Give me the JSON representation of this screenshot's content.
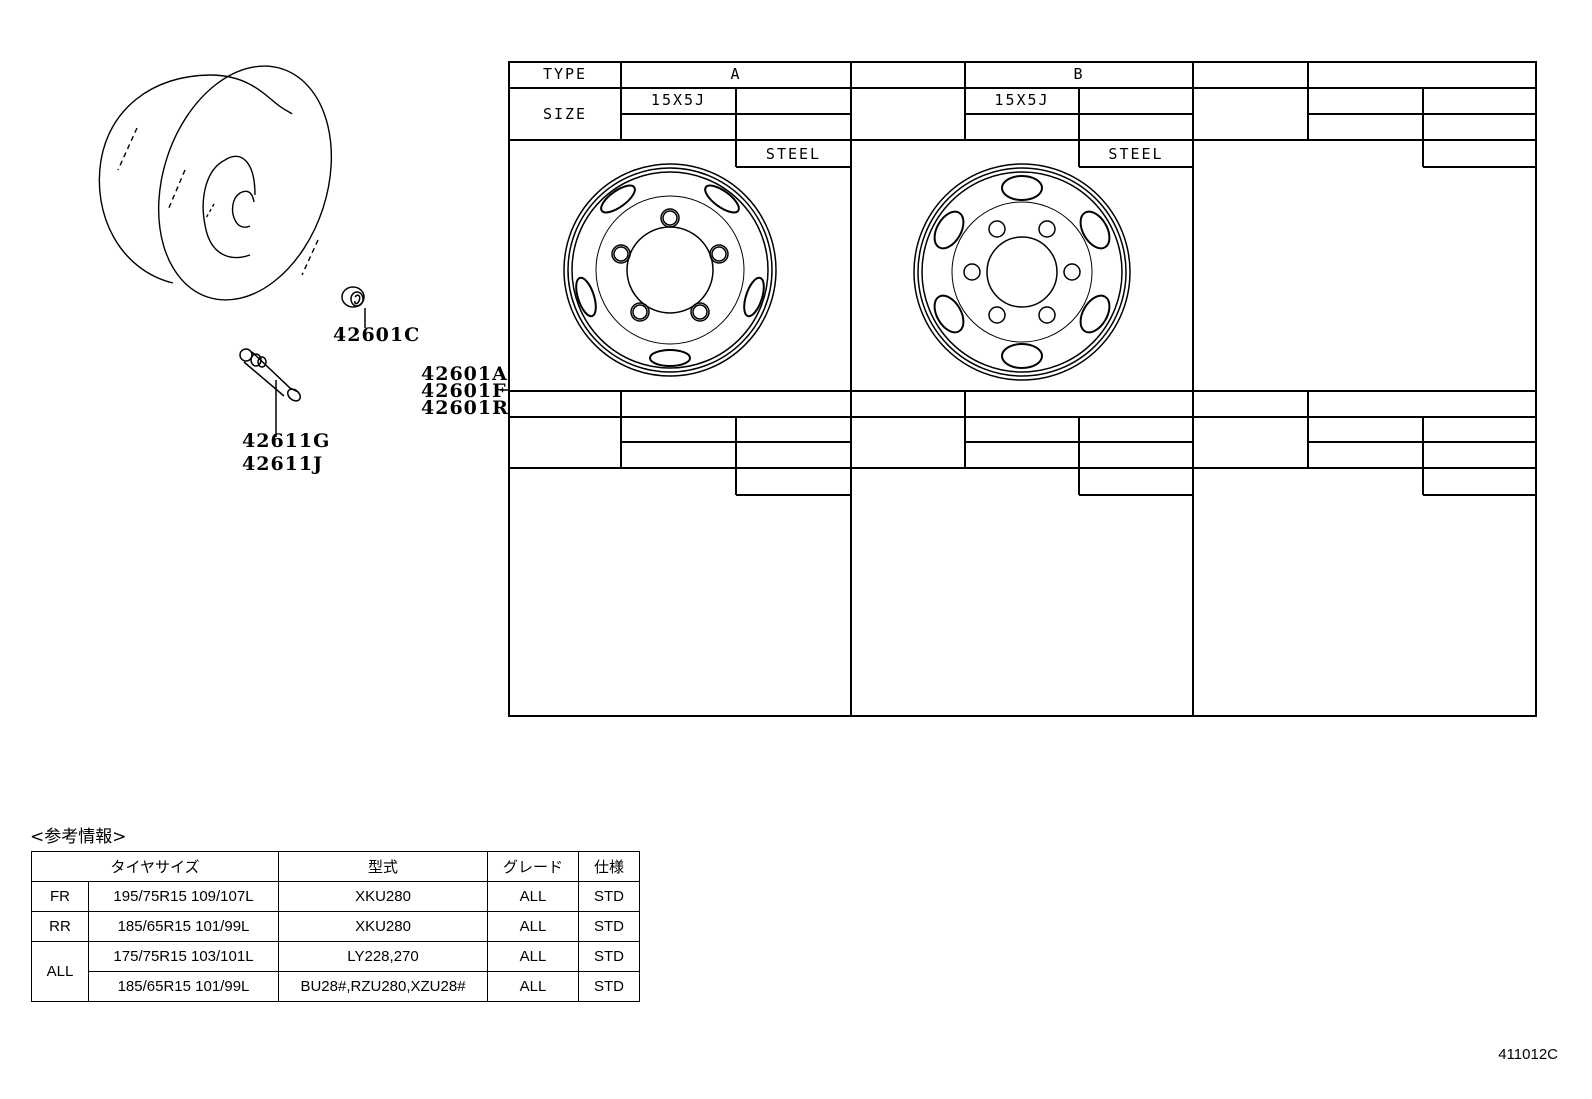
{
  "diagram": {
    "figure_code": "411012C",
    "part_labels": {
      "nut": "42601C",
      "valve_1": "42611G",
      "valve_2": "42611J",
      "wheel_1": "42601A",
      "wheel_2": "42601F",
      "wheel_3": "42601R"
    },
    "wheel_table": {
      "type_label": "TYPE",
      "size_label": "SIZE",
      "columns": [
        {
          "type": "A",
          "size": "15X5J",
          "material": "STEEL",
          "hub_bolts": 5,
          "vent_holes": 5
        },
        {
          "type": "B",
          "size": "15X5J",
          "material": "STEEL",
          "hub_bolts": 6,
          "vent_holes": 6
        },
        {
          "type": "",
          "size": "",
          "material": "",
          "hub_bolts": 0,
          "vent_holes": 0
        }
      ]
    },
    "reference_info": {
      "title": "<参考情報>",
      "headers": [
        "タイヤサイズ",
        "型式",
        "グレード",
        "仕様"
      ],
      "rows": [
        {
          "position": "FR",
          "tire_size": "195/75R15 109/107L",
          "model": "XKU280",
          "grade": "ALL",
          "spec": "STD"
        },
        {
          "position": "RR",
          "tire_size": "185/65R15 101/99L",
          "model": "XKU280",
          "grade": "ALL",
          "spec": "STD"
        },
        {
          "position": "ALL",
          "tire_size": "175/75R15 103/101L",
          "model": "LY228,270",
          "grade": "ALL",
          "spec": "STD"
        },
        {
          "position": "",
          "tire_size": "185/65R15 101/99L",
          "model": "BU28#,RZU280,XZU28#",
          "grade": "ALL",
          "spec": "STD"
        }
      ]
    }
  }
}
